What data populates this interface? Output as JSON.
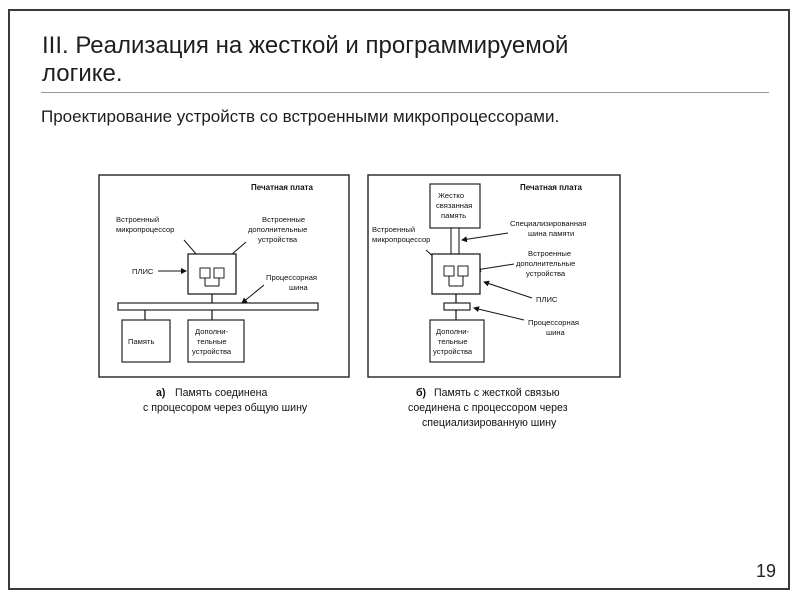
{
  "slide": {
    "title_line1": "III. Реализация на жесткой и программируемой",
    "title_line2": "логике.",
    "subtitle": "Проектирование устройств со встроенными микропроцессорами.",
    "page_number": "19"
  },
  "diagram_a": {
    "board_label": "Печатная плата",
    "embedded_cpu_1": "Встроенный",
    "embedded_cpu_2": "микропроцессор",
    "embedded_dev_1": "Встроенные",
    "embedded_dev_2": "дополнительные",
    "embedded_dev_3": "устройства",
    "plis": "ПЛИС",
    "proc_bus_1": "Процессорная",
    "proc_bus_2": "шина",
    "memory": "Память",
    "addl_dev_1": "Дополни-",
    "addl_dev_2": "тельные",
    "addl_dev_3": "устройства",
    "caption_prefix": "а)",
    "caption_line1": "Память соединена",
    "caption_line2": "с процесором через общую шину"
  },
  "diagram_b": {
    "board_label": "Печатная плата",
    "tc_mem_1": "Жестко",
    "tc_mem_2": "связанная",
    "tc_mem_3": "память",
    "embedded_cpu_1": "Встроенный",
    "embedded_cpu_2": "микропроцессор",
    "spec_bus_1": "Специализированная",
    "spec_bus_2": "шина памяти",
    "embedded_dev_1": "Встроенные",
    "embedded_dev_2": "дополнительные",
    "embedded_dev_3": "устройства",
    "plis": "ПЛИС",
    "proc_bus_1": "Процессорная",
    "proc_bus_2": "шина",
    "addl_dev_1": "Дополни-",
    "addl_dev_2": "тельные",
    "addl_dev_3": "устройства",
    "caption_prefix": "б)",
    "caption_line1": "Память с жесткой связью",
    "caption_line2": "соединена с процессором через",
    "caption_line3": "специализированную шину"
  }
}
